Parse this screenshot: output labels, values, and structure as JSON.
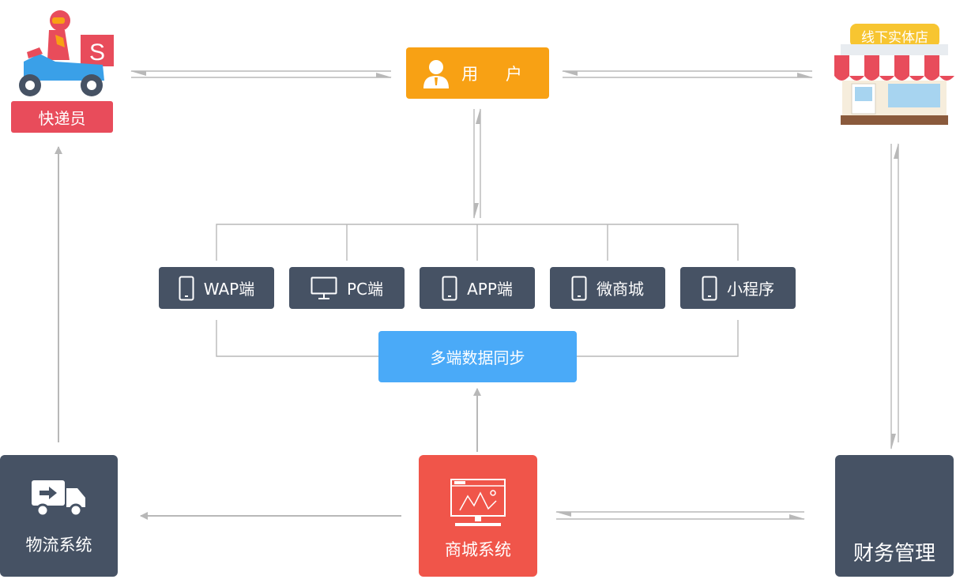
{
  "user": {
    "label": "用 户"
  },
  "courier": {
    "label": "快递员",
    "badge": "S"
  },
  "store": {
    "label": "线下实体店"
  },
  "terminals": [
    {
      "label": "WAP端",
      "icon": "phone-icon"
    },
    {
      "label": "PC端",
      "icon": "monitor-icon"
    },
    {
      "label": "APP端",
      "icon": "phone-icon"
    },
    {
      "label": "微商城",
      "icon": "phone-icon"
    },
    {
      "label": "小程序",
      "icon": "phone-icon"
    }
  ],
  "sync": {
    "label": "多端数据同步"
  },
  "logistics": {
    "label": "物流系统",
    "icon": "truck-icon"
  },
  "mall": {
    "label": "商城系统",
    "icon": "monitor-chart-icon"
  },
  "finance": {
    "label": "财务管理"
  },
  "colors": {
    "user": "#f8a114",
    "courier": "#e84c5b",
    "store_label": "#f7c531",
    "terminal": "#465264",
    "sync": "#4aaaf8",
    "mall": "#f0554a",
    "dark": "#465264",
    "line": "#b8b8b8"
  }
}
